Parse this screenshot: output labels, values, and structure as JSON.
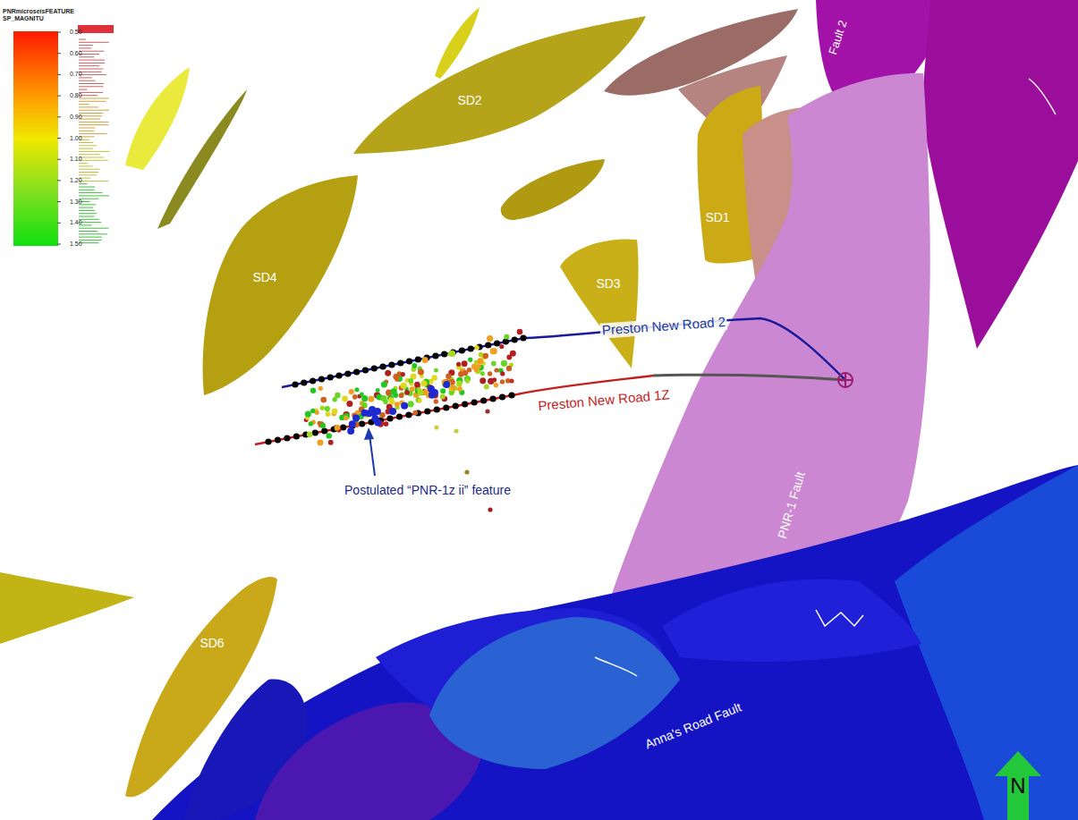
{
  "diagram": {
    "labels": [
      "PNRmicroseisFEATURE SP_MAGNITU",
      "0.50",
      "0.60",
      "0.70",
      "0.80",
      "0.90",
      "1.00",
      "1.10",
      "1.20",
      "1.30",
      "1.40",
      "1.50",
      "SD2",
      "Fault 2",
      "SD1",
      "SD4",
      "SD3",
      "Preston New Road 2",
      "Preston New Road 1Z",
      "Postulated “PNR-1z ii” feature",
      "PNR-1 Fault",
      "SD6",
      "Anna's Road Fault",
      "N"
    ]
  }
}
